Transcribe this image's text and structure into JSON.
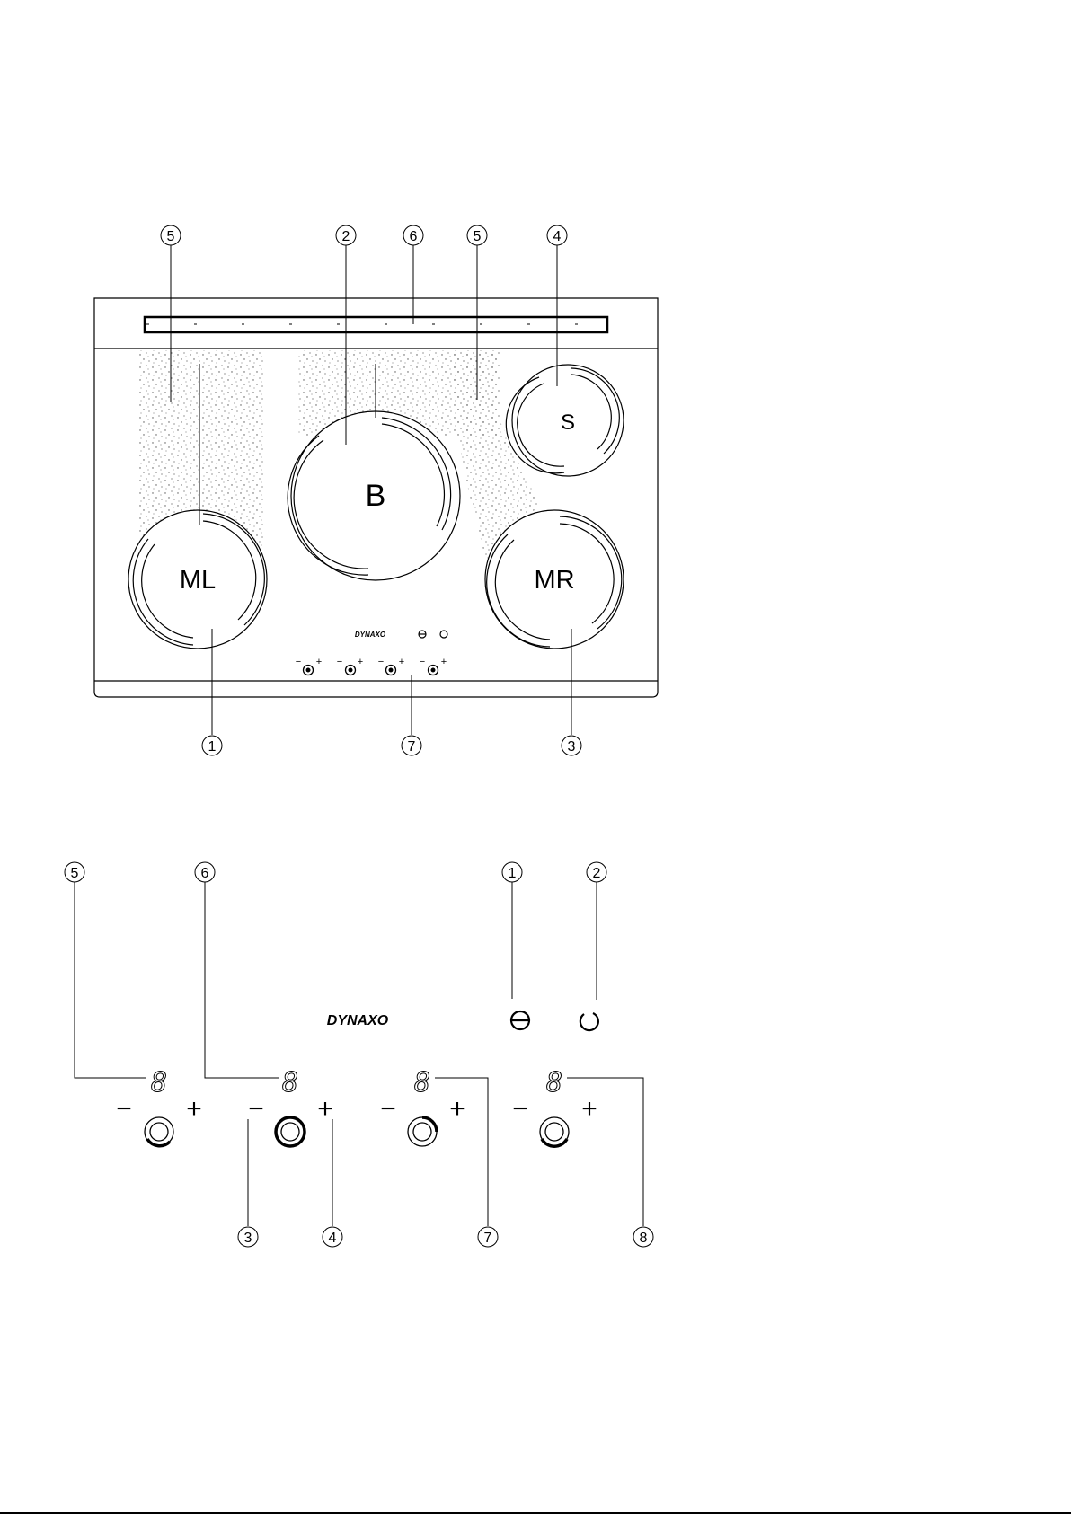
{
  "hob_top_view": {
    "zones": [
      {
        "id": "ML",
        "label": "ML"
      },
      {
        "id": "B",
        "label": "B"
      },
      {
        "id": "S",
        "label": "S"
      },
      {
        "id": "MR",
        "label": "MR"
      }
    ],
    "brand": "DYNAXO",
    "callouts_top": [
      "5",
      "2",
      "6",
      "5",
      "4"
    ],
    "callouts_bottom": [
      "1",
      "7",
      "3"
    ],
    "control_signs": {
      "minus": "−",
      "plus": "+"
    }
  },
  "control_panel_detail": {
    "brand": "DYNAXO",
    "callouts_top": [
      "5",
      "6",
      "1",
      "2"
    ],
    "callouts_bottom": [
      "3",
      "4",
      "7",
      "8"
    ],
    "digit_display": "8",
    "minus_sign": "−",
    "plus_sign": "+",
    "icons": [
      "lock-icon",
      "power-icon"
    ]
  }
}
